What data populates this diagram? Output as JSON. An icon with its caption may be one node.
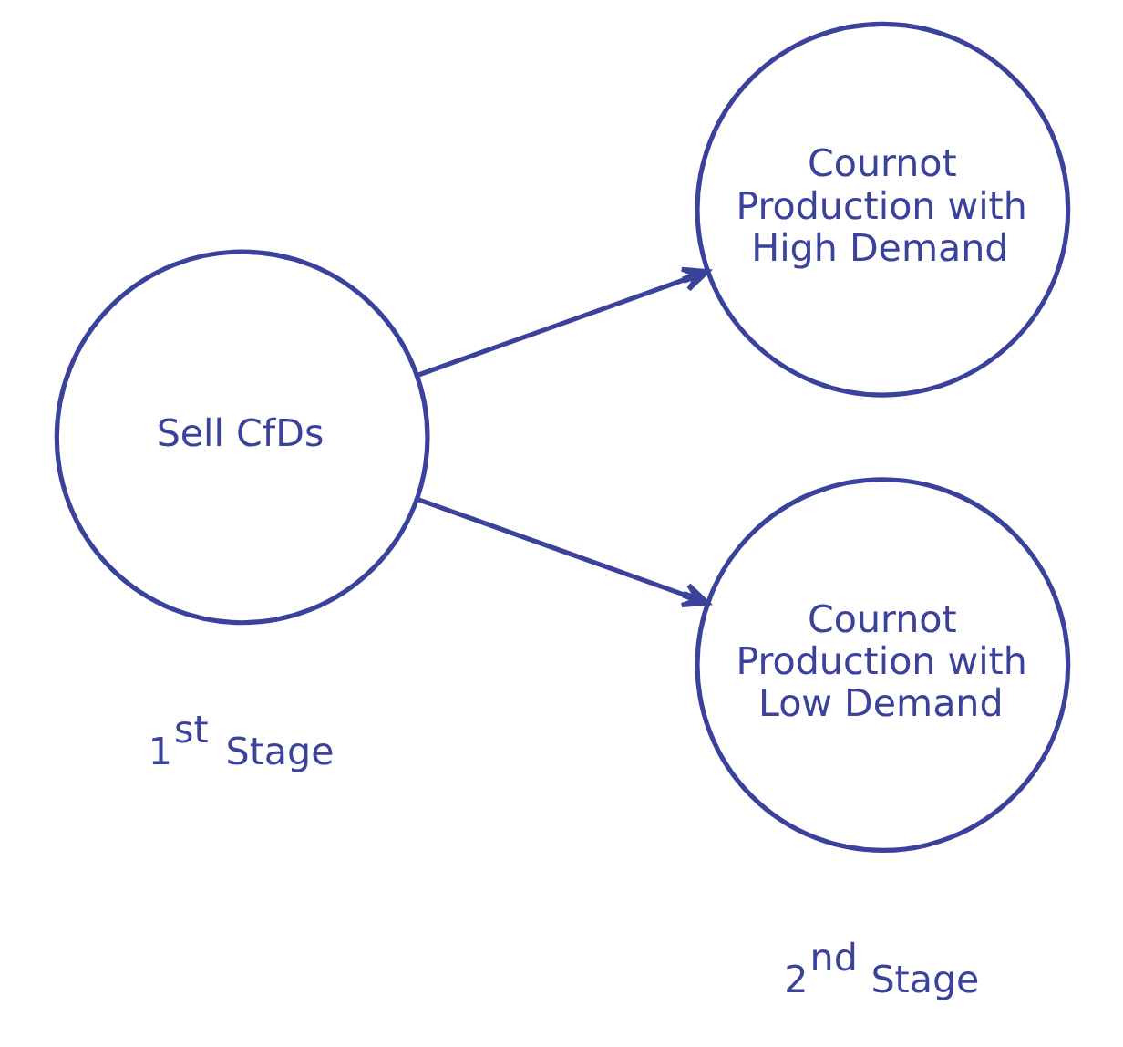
{
  "diagram": {
    "nodes": [
      {
        "text": [
          "Sell CfDs"
        ]
      },
      {
        "text": [
          "Cournot Production with High Demand"
        ]
      },
      {
        "text": [
          "Cournot Production with Low Demand"
        ]
      }
    ],
    "edges": [
      {
        "from": 0,
        "to": 1,
        "arrow": "to"
      },
      {
        "from": 0,
        "to": 2,
        "arrow": "to"
      }
    ],
    "labels": [
      "1$^{st}$ Stage",
      "2$^{nd}$ Stage"
    ]
  }
}
